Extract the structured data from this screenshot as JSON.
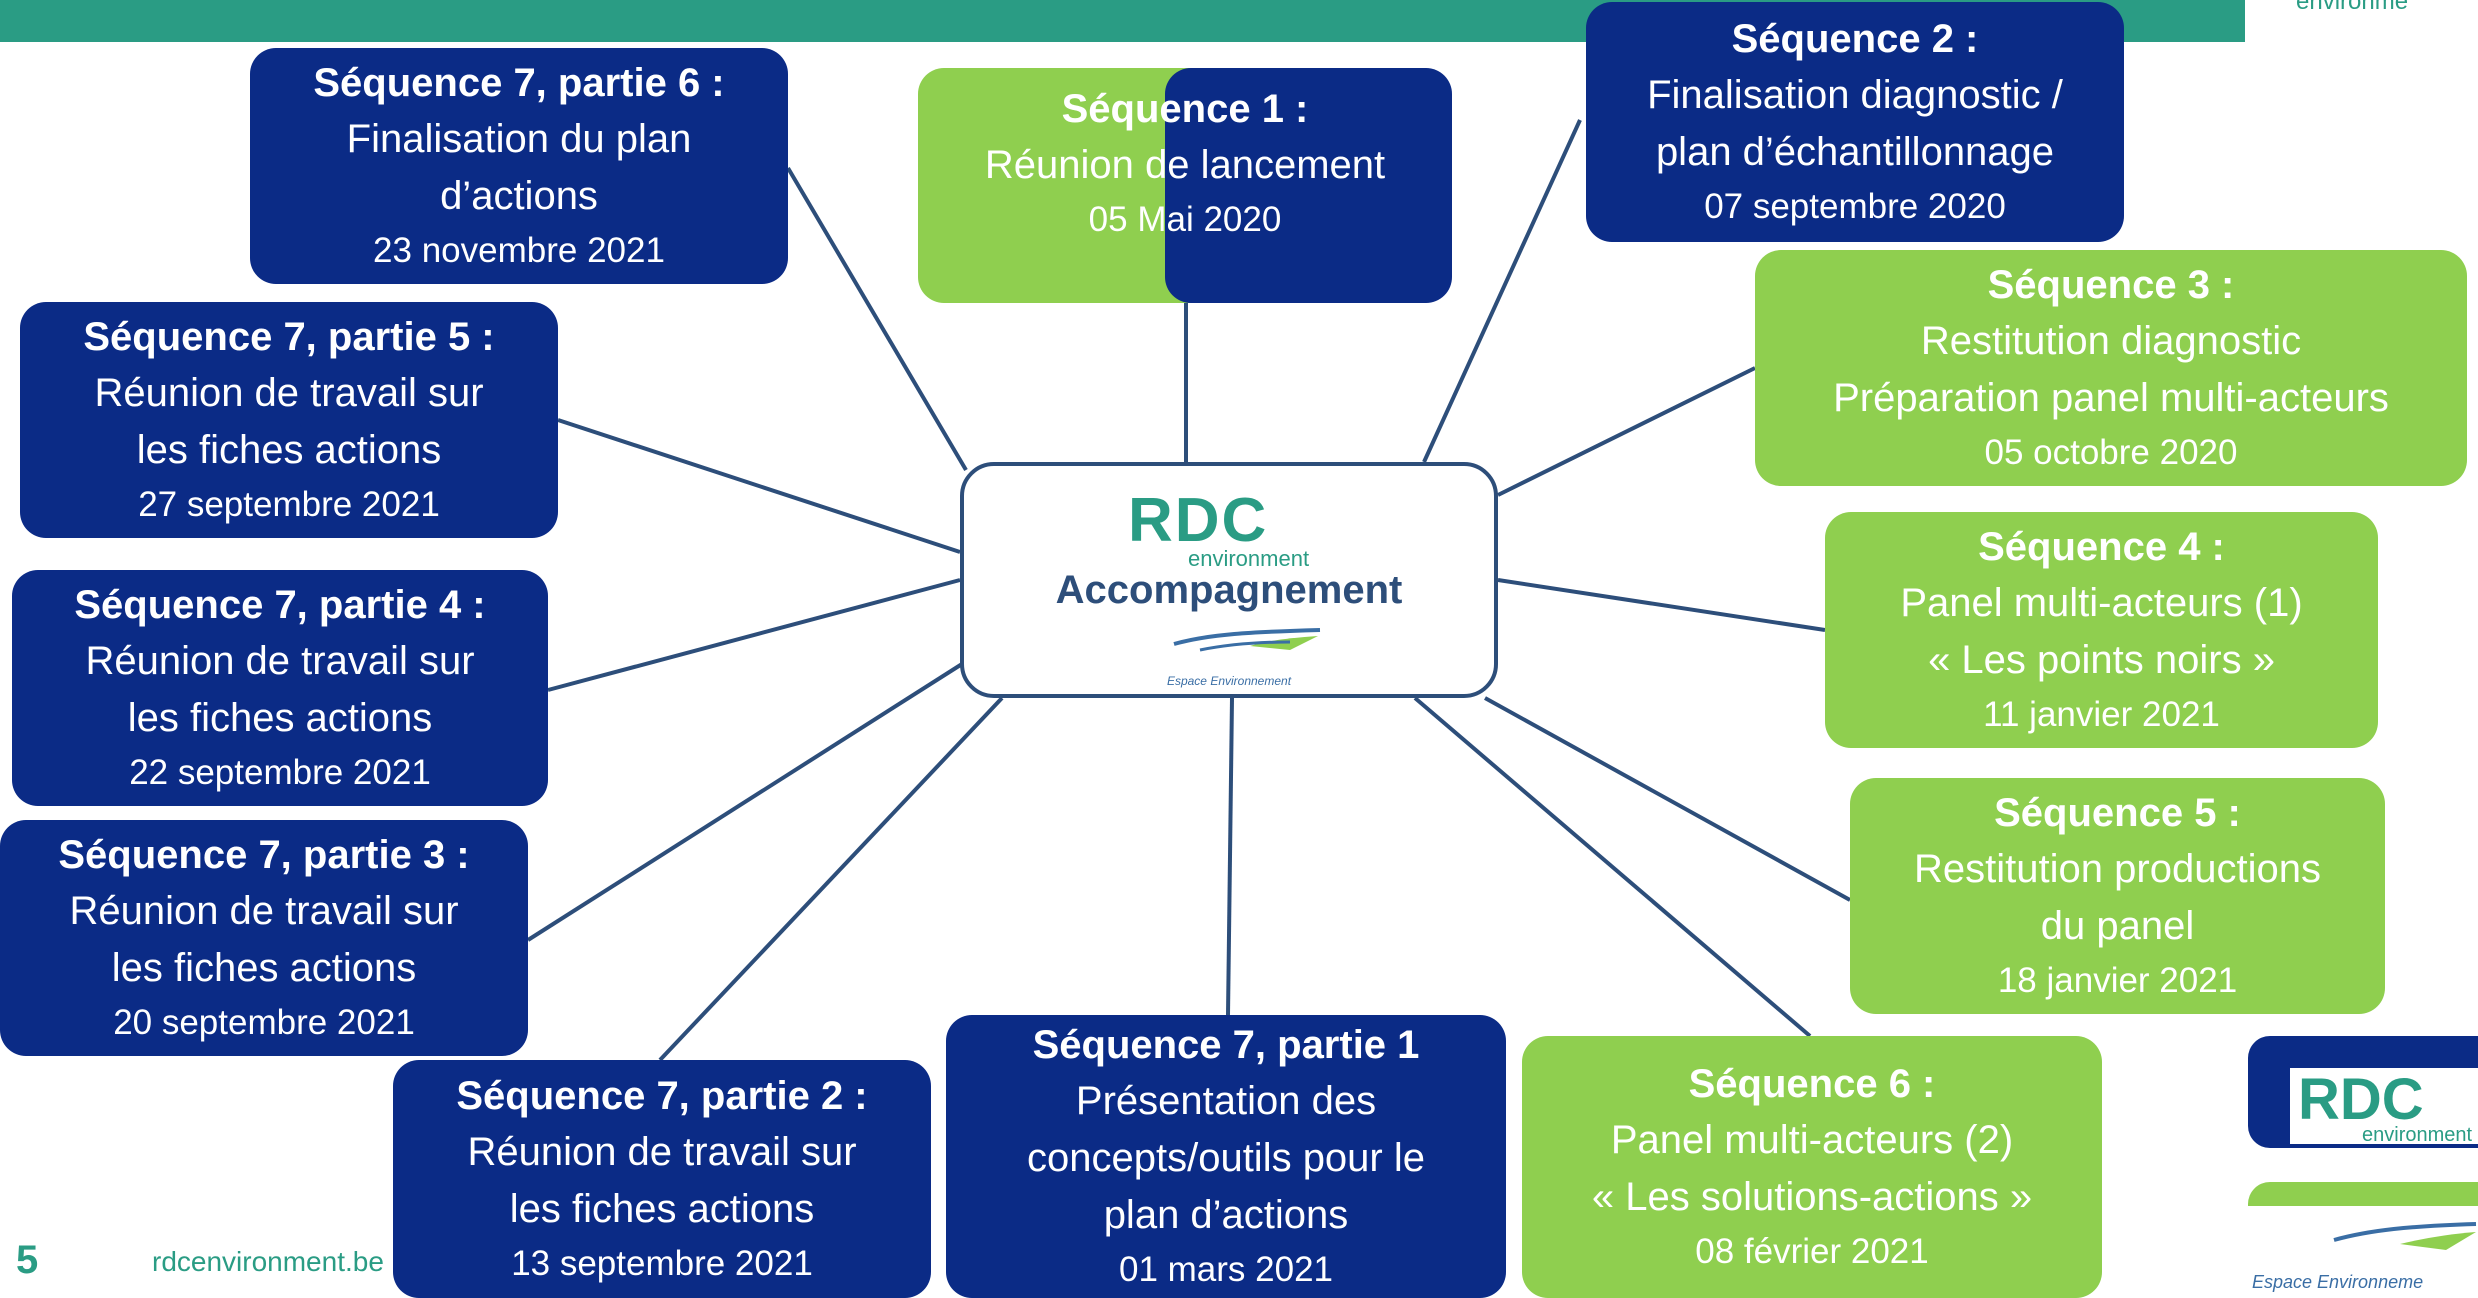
{
  "center": {
    "logo_text": "RDC",
    "logo_sub": "environment",
    "title": "Accompagnement",
    "partner_caption": "Espace Environnement"
  },
  "sequences": [
    {
      "id": "s1",
      "title": "Séquence 1 :",
      "lines": [
        "Réunion de lancement"
      ],
      "date": "05 Mai 2020"
    },
    {
      "id": "s2",
      "title": "Séquence 2 :",
      "lines": [
        "Finalisation diagnostic /",
        "plan d’échantillonnage"
      ],
      "date": "07 septembre 2020"
    },
    {
      "id": "s3",
      "title": "Séquence  3 :",
      "lines": [
        "Restitution diagnostic",
        "Préparation panel multi-acteurs"
      ],
      "date": "05 octobre 2020"
    },
    {
      "id": "s4",
      "title": "Séquence 4 :",
      "lines": [
        "Panel multi-acteurs (1)",
        "« Les points noirs »"
      ],
      "date": "11 janvier 2021"
    },
    {
      "id": "s5",
      "title": "Séquence 5 :",
      "lines": [
        "Restitution productions",
        "du panel"
      ],
      "date": "18 janvier 2021"
    },
    {
      "id": "s6",
      "title": "Séquence 6 :",
      "lines": [
        "Panel multi-acteurs (2)",
        "« Les solutions-actions »"
      ],
      "date": "08 février 2021"
    },
    {
      "id": "s71",
      "title": "Séquence 7, partie 1",
      "lines": [
        "Présentation des",
        "concepts/outils pour le",
        "plan d’actions"
      ],
      "date": "01 mars 2021"
    },
    {
      "id": "s72",
      "title": "Séquence 7, partie 2 :",
      "lines": [
        "Réunion de travail sur",
        "les fiches actions"
      ],
      "date": "13 septembre 2021"
    },
    {
      "id": "s73",
      "title": "Séquence 7, partie 3 :",
      "lines": [
        "Réunion de travail sur",
        "les fiches actions"
      ],
      "date": "20 septembre 2021"
    },
    {
      "id": "s74",
      "title": "Séquence 7, partie 4 :",
      "lines": [
        "Réunion de travail sur",
        "les fiches actions"
      ],
      "date": "22 septembre 2021"
    },
    {
      "id": "s75",
      "title": "Séquence 7, partie 5 :",
      "lines": [
        "Réunion de travail sur",
        "les fiches actions"
      ],
      "date": "27 septembre 2021"
    },
    {
      "id": "s76",
      "title": "Séquence 7, partie 6 :",
      "lines": [
        "Finalisation du plan",
        "d’actions"
      ],
      "date": "23 novembre 2021"
    }
  ],
  "footer": {
    "page_number": "5",
    "website": "rdcenvironment.be"
  },
  "corner": {
    "rdc": "RDC",
    "rdc_sub": "environment",
    "espace": "Espace Environneme",
    "top_right": "environme"
  },
  "colors": {
    "navy": "#0b2b86",
    "green": "#8fcf4f",
    "teal": "#2a9c84",
    "line": "#2d4e7a"
  }
}
